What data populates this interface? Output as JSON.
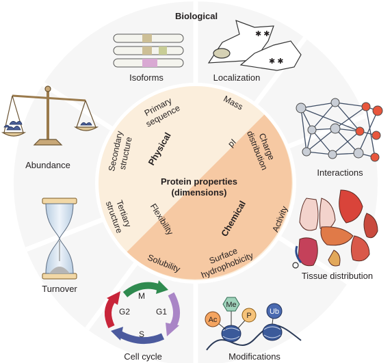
{
  "title": "Biological",
  "center": {
    "line1": "Protein properties",
    "line2": "(dimensions)"
  },
  "categories": {
    "physical": "Physical",
    "chemical": "Chemical"
  },
  "inner": {
    "primary_1": "Primary",
    "primary_2": "sequence",
    "mass": "Mass",
    "charge_1": "Charge",
    "charge_2": "distribution",
    "pi": "pI",
    "secondary_1": "Secondary",
    "secondary_2": "structure",
    "tertiary_1": "Tertiary",
    "tertiary_2": "structure",
    "flexibility": "Flexibility",
    "activity": "Activity",
    "solubility": "Solubility",
    "surface_1": "Surface",
    "surface_2": "hydrophobicity"
  },
  "outer": {
    "isoforms": "Isoforms",
    "localization": "Localization",
    "interactions": "Interactions",
    "tissue": "Tissue distribution",
    "modifications": "Modifications",
    "cell_cycle": "Cell cycle",
    "turnover": "Turnover",
    "abundance": "Abundance"
  },
  "cycle": {
    "m": "M",
    "g1": "G1",
    "g2": "G2",
    "s": "S"
  },
  "mods": {
    "ac": "Ac",
    "me": "Me",
    "p": "P",
    "ub": "Ub"
  },
  "colors": {
    "physical": "#fbeedc",
    "chemical": "#f6c9a3",
    "outer": "#f6f6f6",
    "divider": "#ffffff",
    "node_red": "#e8563c",
    "node_grey": "#c9ced6"
  }
}
